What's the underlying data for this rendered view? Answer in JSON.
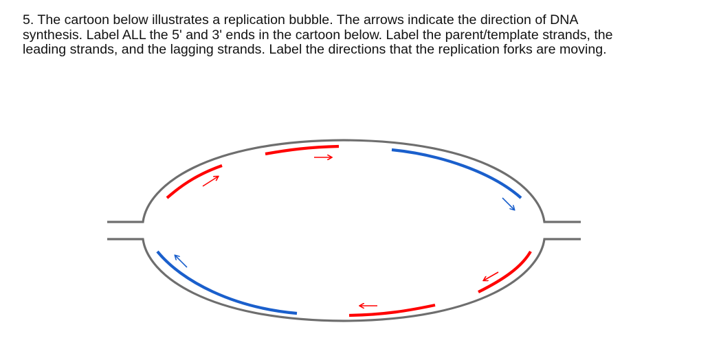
{
  "question": {
    "number": "5.",
    "lines": [
      "5. The cartoon below illustrates a replication bubble. The arrows indicate the direction of DNA",
      "synthesis. Label ALL the 5' and 3' ends in the cartoon below. Label the parent/template strands, the",
      "leading strands, and the lagging strands. Label the directions that the replication forks are moving."
    ]
  },
  "diagram": {
    "title": "Replication bubble",
    "colors": {
      "template": "#6e6e6e",
      "red_strand": "#ff0000",
      "blue_strand": "#1a5fcc",
      "background": "#ffffff"
    },
    "parent_strands": [
      {
        "name": "top-parent-strand",
        "color": "#6e6e6e"
      },
      {
        "name": "bottom-parent-strand",
        "color": "#6e6e6e"
      }
    ],
    "new_strands": [
      {
        "name": "top-left-red-fragment",
        "color": "#ff0000",
        "arrow": "up-right"
      },
      {
        "name": "top-middle-red-fragment",
        "color": "#ff0000",
        "arrow": "right"
      },
      {
        "name": "top-right-blue-strand",
        "color": "#1a5fcc",
        "arrow": "down-right"
      },
      {
        "name": "bottom-left-blue-strand",
        "color": "#1a5fcc",
        "arrow": "up-left"
      },
      {
        "name": "bottom-middle-red-fragment",
        "color": "#ff0000",
        "arrow": "left"
      },
      {
        "name": "bottom-right-red-fragment",
        "color": "#ff0000",
        "arrow": "down-left"
      }
    ]
  }
}
